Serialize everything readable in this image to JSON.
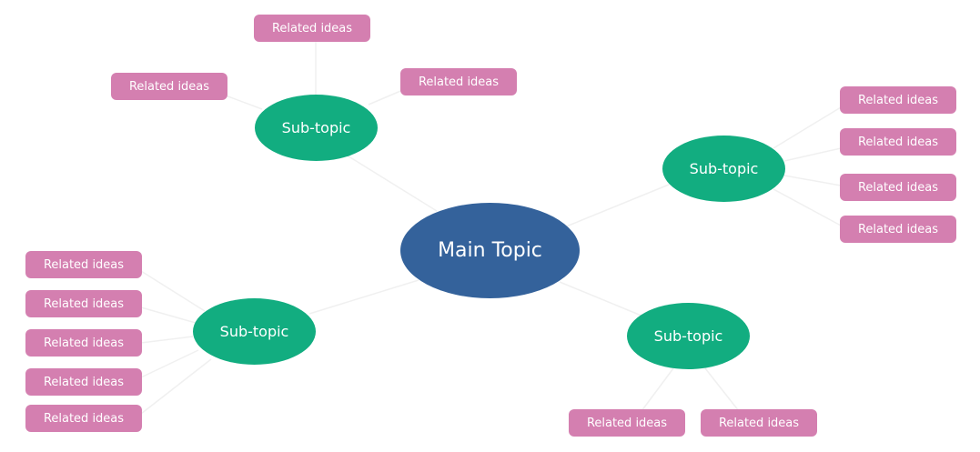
{
  "colors": {
    "main_fill": "#34629b",
    "subtopic_fill": "#12ad80",
    "idea_fill": "#d47fb0",
    "connector": "#f0f0f0",
    "text": "#ffffff"
  },
  "main_topic": {
    "label": "Main Topic"
  },
  "subtopics": [
    {
      "label": "Sub-topic",
      "ideas": [
        "Related ideas",
        "Related ideas",
        "Related ideas"
      ]
    },
    {
      "label": "Sub-topic",
      "ideas": [
        "Related ideas",
        "Related ideas",
        "Related ideas",
        "Related ideas"
      ]
    },
    {
      "label": "Sub-topic",
      "ideas": [
        "Related ideas",
        "Related ideas",
        "Related ideas",
        "Related ideas",
        "Related ideas"
      ]
    },
    {
      "label": "Sub-topic",
      "ideas": [
        "Related ideas",
        "Related ideas"
      ]
    }
  ]
}
